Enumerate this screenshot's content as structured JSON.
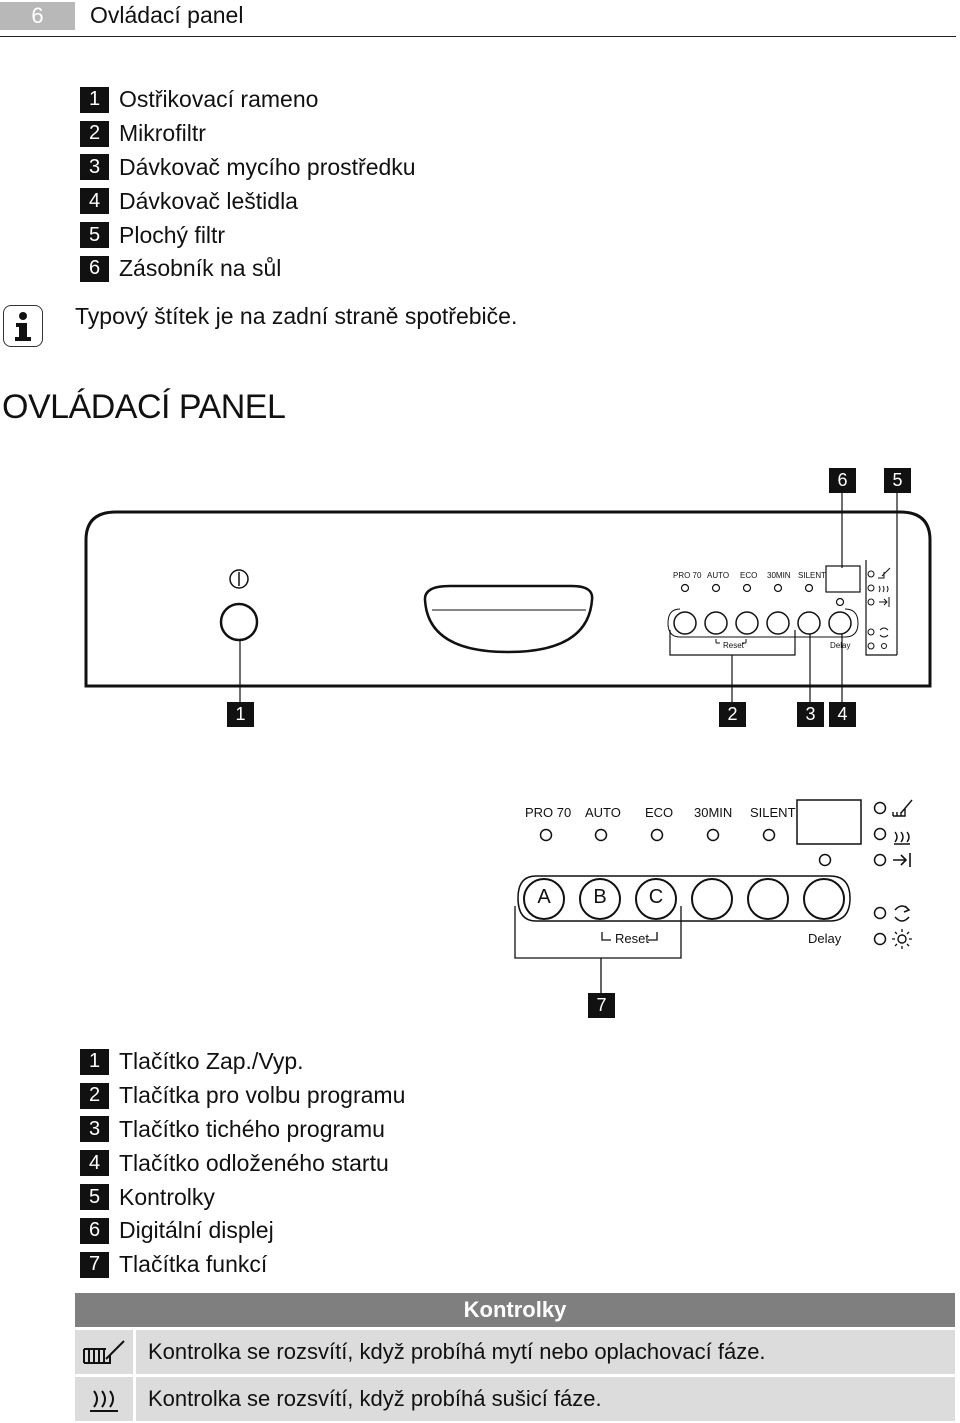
{
  "header": {
    "page_number": "6",
    "title": "Ovládací panel"
  },
  "parts_list": [
    {
      "n": "1",
      "label": "Ostřikovací rameno"
    },
    {
      "n": "2",
      "label": "Mikrofiltr"
    },
    {
      "n": "3",
      "label": "Dávkovač mycího prostředku"
    },
    {
      "n": "4",
      "label": "Dávkovač leštidla"
    },
    {
      "n": "5",
      "label": "Plochý filtr"
    },
    {
      "n": "6",
      "label": "Zásobník na sůl"
    }
  ],
  "info_note": "Typový štítek je na zadní straně spotřebiče.",
  "section_title": "OVLÁDACÍ PANEL",
  "diagram1": {
    "program_labels": [
      "PRO 70",
      "AUTO",
      "ECO",
      "30MIN",
      "SILENT"
    ],
    "reset_label": "Reset",
    "delay_label": "Delay",
    "callouts_top": [
      "6",
      "5"
    ],
    "callouts_bottom": [
      "1",
      "2",
      "3",
      "4"
    ]
  },
  "diagram2": {
    "program_labels": [
      "PRO 70",
      "AUTO",
      "ECO",
      "30MIN",
      "SILENT"
    ],
    "function_buttons": [
      "A",
      "B",
      "C"
    ],
    "reset_label": "Reset",
    "delay_label": "Delay",
    "callout": "7"
  },
  "legend_list": [
    {
      "n": "1",
      "label": "Tlačítko Zap./Vyp."
    },
    {
      "n": "2",
      "label": "Tlačítka pro volbu programu"
    },
    {
      "n": "3",
      "label": "Tlačítko tichého programu"
    },
    {
      "n": "4",
      "label": "Tlačítko odloženého startu"
    },
    {
      "n": "5",
      "label": "Kontrolky"
    },
    {
      "n": "6",
      "label": "Digitální displej"
    },
    {
      "n": "7",
      "label": "Tlačítka funkcí"
    }
  ],
  "indicator_table": {
    "header": "Kontrolky",
    "rows": [
      {
        "icon": "wash-phase-icon",
        "text": "Kontrolka se rozsvítí, když probíhá mytí nebo oplachovací fáze."
      },
      {
        "icon": "drying-phase-icon",
        "text": "Kontrolka se rozsvítí, když probíhá sušicí fáze."
      }
    ]
  }
}
